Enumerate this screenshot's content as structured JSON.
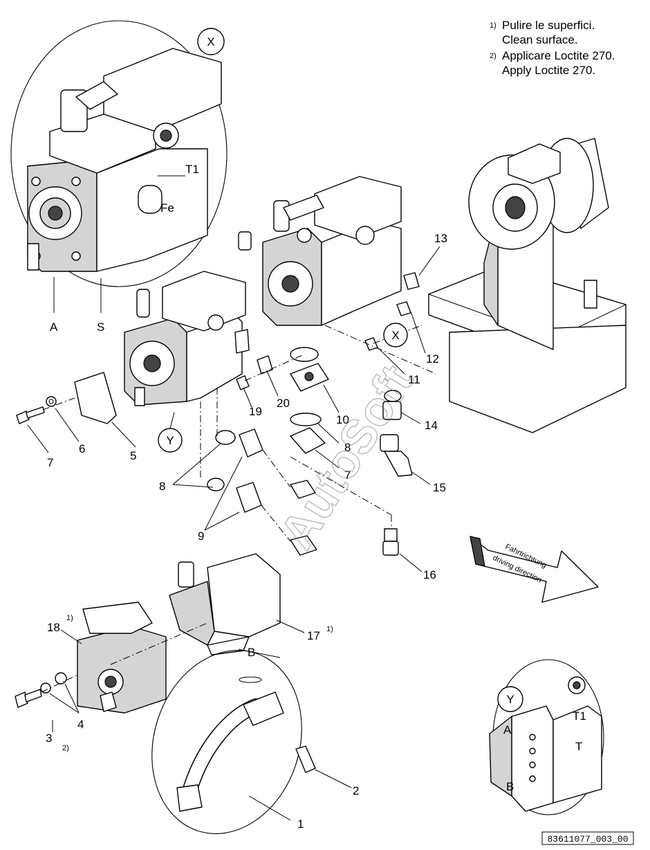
{
  "notes": [
    {
      "num": "1)",
      "it": "Pulire le superfici.",
      "en": "Clean surface."
    },
    {
      "num": "2)",
      "it": "Applicare Loctite 270.",
      "en": "Apply Loctite 270."
    }
  ],
  "callouts": {
    "c1": "1",
    "c2": "2",
    "c3": "3",
    "c4": "4",
    "c5": "5",
    "c6": "6",
    "c7a": "7",
    "c7b": "7",
    "c8a": "8",
    "c8b": "8",
    "c9": "9",
    "c10": "10",
    "c11": "11",
    "c12": "12",
    "c13": "13",
    "c14": "14",
    "c15": "15",
    "c16": "16",
    "c17": "17",
    "c18": "18",
    "c19": "19",
    "c20": "20"
  },
  "footnote_marks": {
    "n17": "1)",
    "n18": "1)",
    "n3": "2)"
  },
  "detail_x": {
    "label": "X",
    "port_a": "A",
    "port_s": "S",
    "port_t1": "T1",
    "port_fe": "Fe"
  },
  "detail_y": {
    "label": "Y",
    "port_a": "A",
    "port_b": "B",
    "port_t1": "T1",
    "port_t": "T"
  },
  "view_marks": {
    "x": "X",
    "y": "Y",
    "b": "B"
  },
  "direction_arrow": {
    "de": "Fahrtrichtung",
    "en": "driving direction"
  },
  "watermark": "AutoSoft",
  "drawing_ref": "83611077_003_00"
}
